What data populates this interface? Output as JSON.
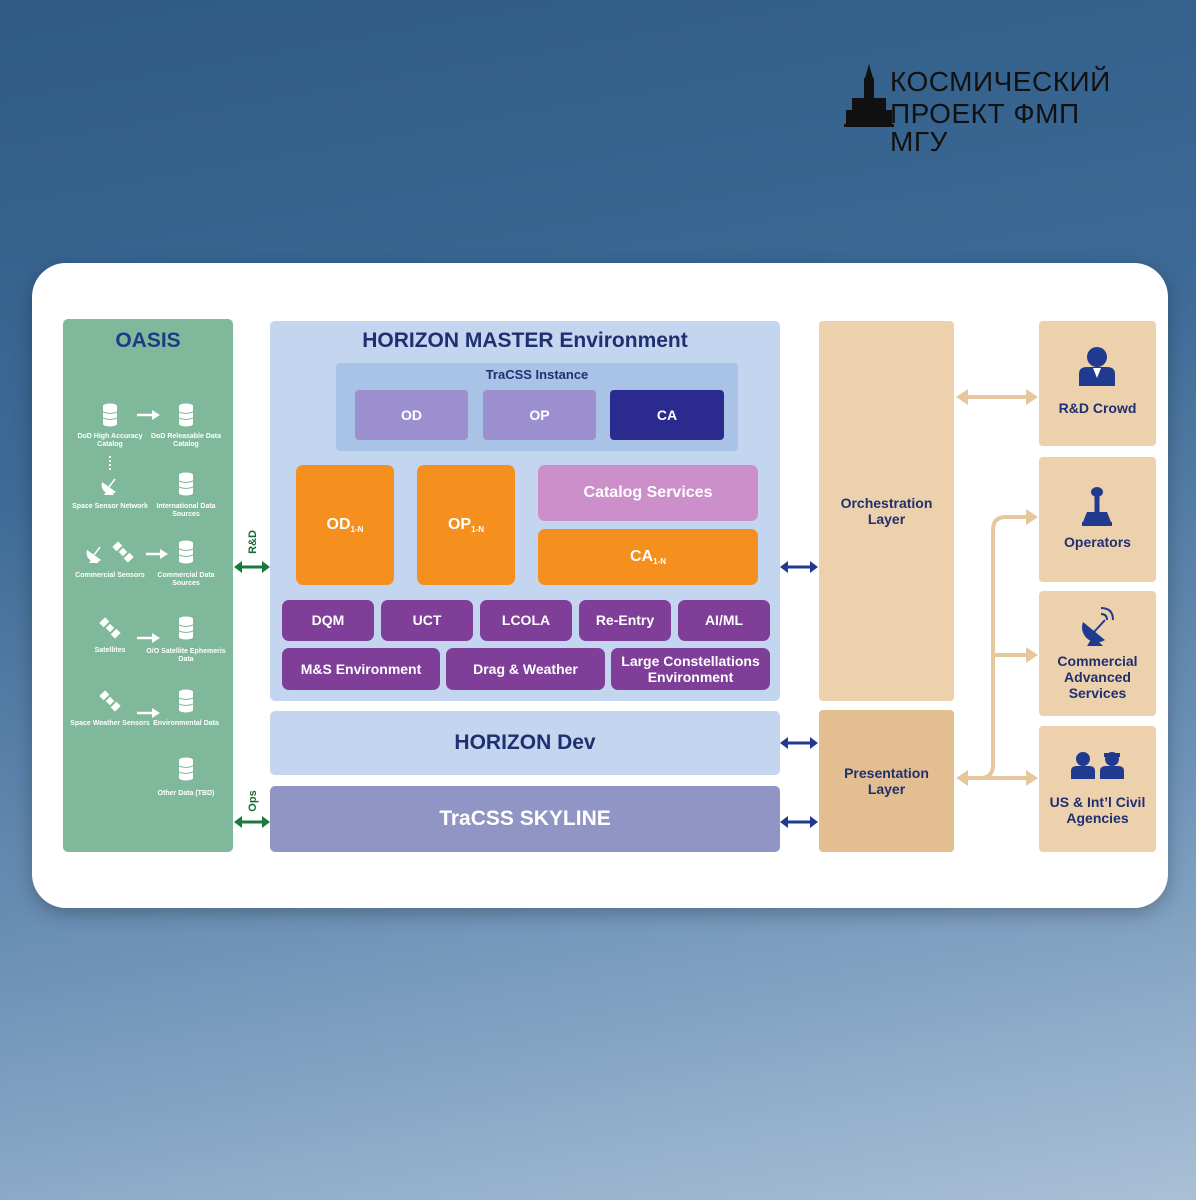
{
  "logo": {
    "line1": "КОСМИЧЕСКИЙ",
    "line2": "ПРОЕКТ ФМП МГУ",
    "icon": "msu-building-satellite-icon"
  },
  "oasis": {
    "title": "OASIS",
    "items": {
      "dod_high": "DoD High Accuracy Catalog",
      "dod_releasable": "DoD Releasable Data Catalog",
      "space_sensor": "Space Sensor Network",
      "international": "International Data Sources",
      "commercial_sensors": "Commercial Sensors",
      "commercial_data": "Commercial Data Sources",
      "satellites": "Satellites",
      "oo_ephemeris": "O/O Satellite Ephemeris Data",
      "space_weather": "Space Weather Sensors",
      "environmental": "Environmental Data",
      "other": "Other Data (TBD)"
    }
  },
  "links": {
    "rd": "R&D",
    "ops": "Ops"
  },
  "horizon_master": {
    "title_bold": "HORIZON MASTER",
    "title_rest": " Environment",
    "tracss_instance": {
      "title": "TraCSS Instance",
      "od": "OD",
      "op": "OP",
      "ca": "CA"
    },
    "od_n": {
      "main": "OD",
      "sub": "1-N"
    },
    "op_n": {
      "main": "OP",
      "sub": "1-N"
    },
    "catalog_services": "Catalog Services",
    "ca_n": {
      "main": "CA",
      "sub": "1-N"
    },
    "row1": [
      "DQM",
      "UCT",
      "LCOLA",
      "Re-Entry",
      "AI/ML"
    ],
    "row2": [
      "M&S Environment",
      "Drag & Weather",
      "Large Constellations Environment"
    ]
  },
  "horizon_dev": "HORIZON Dev",
  "skyline": "TraCSS SKYLINE",
  "orchestration": "Orchestration Layer",
  "presentation": "Presentation Layer",
  "users": {
    "rd_crowd": "R&D Crowd",
    "operators": "Operators",
    "commercial": "Commercial Advanced Services",
    "agencies": "US & Int’l Civil Agencies"
  },
  "colors": {
    "oasis_green": "#7fb89a",
    "horizon_blue": "#c4d6ef",
    "skyline_purple": "#9095c6",
    "purple": "#7f3f98",
    "orange": "#f5901e",
    "catalog_pink": "#cc8fca",
    "tracss_lavender": "#9c8fcf",
    "ca_navy": "#2b2a8e",
    "tan": "#edd1ad",
    "navy_text": "#1f3070"
  }
}
